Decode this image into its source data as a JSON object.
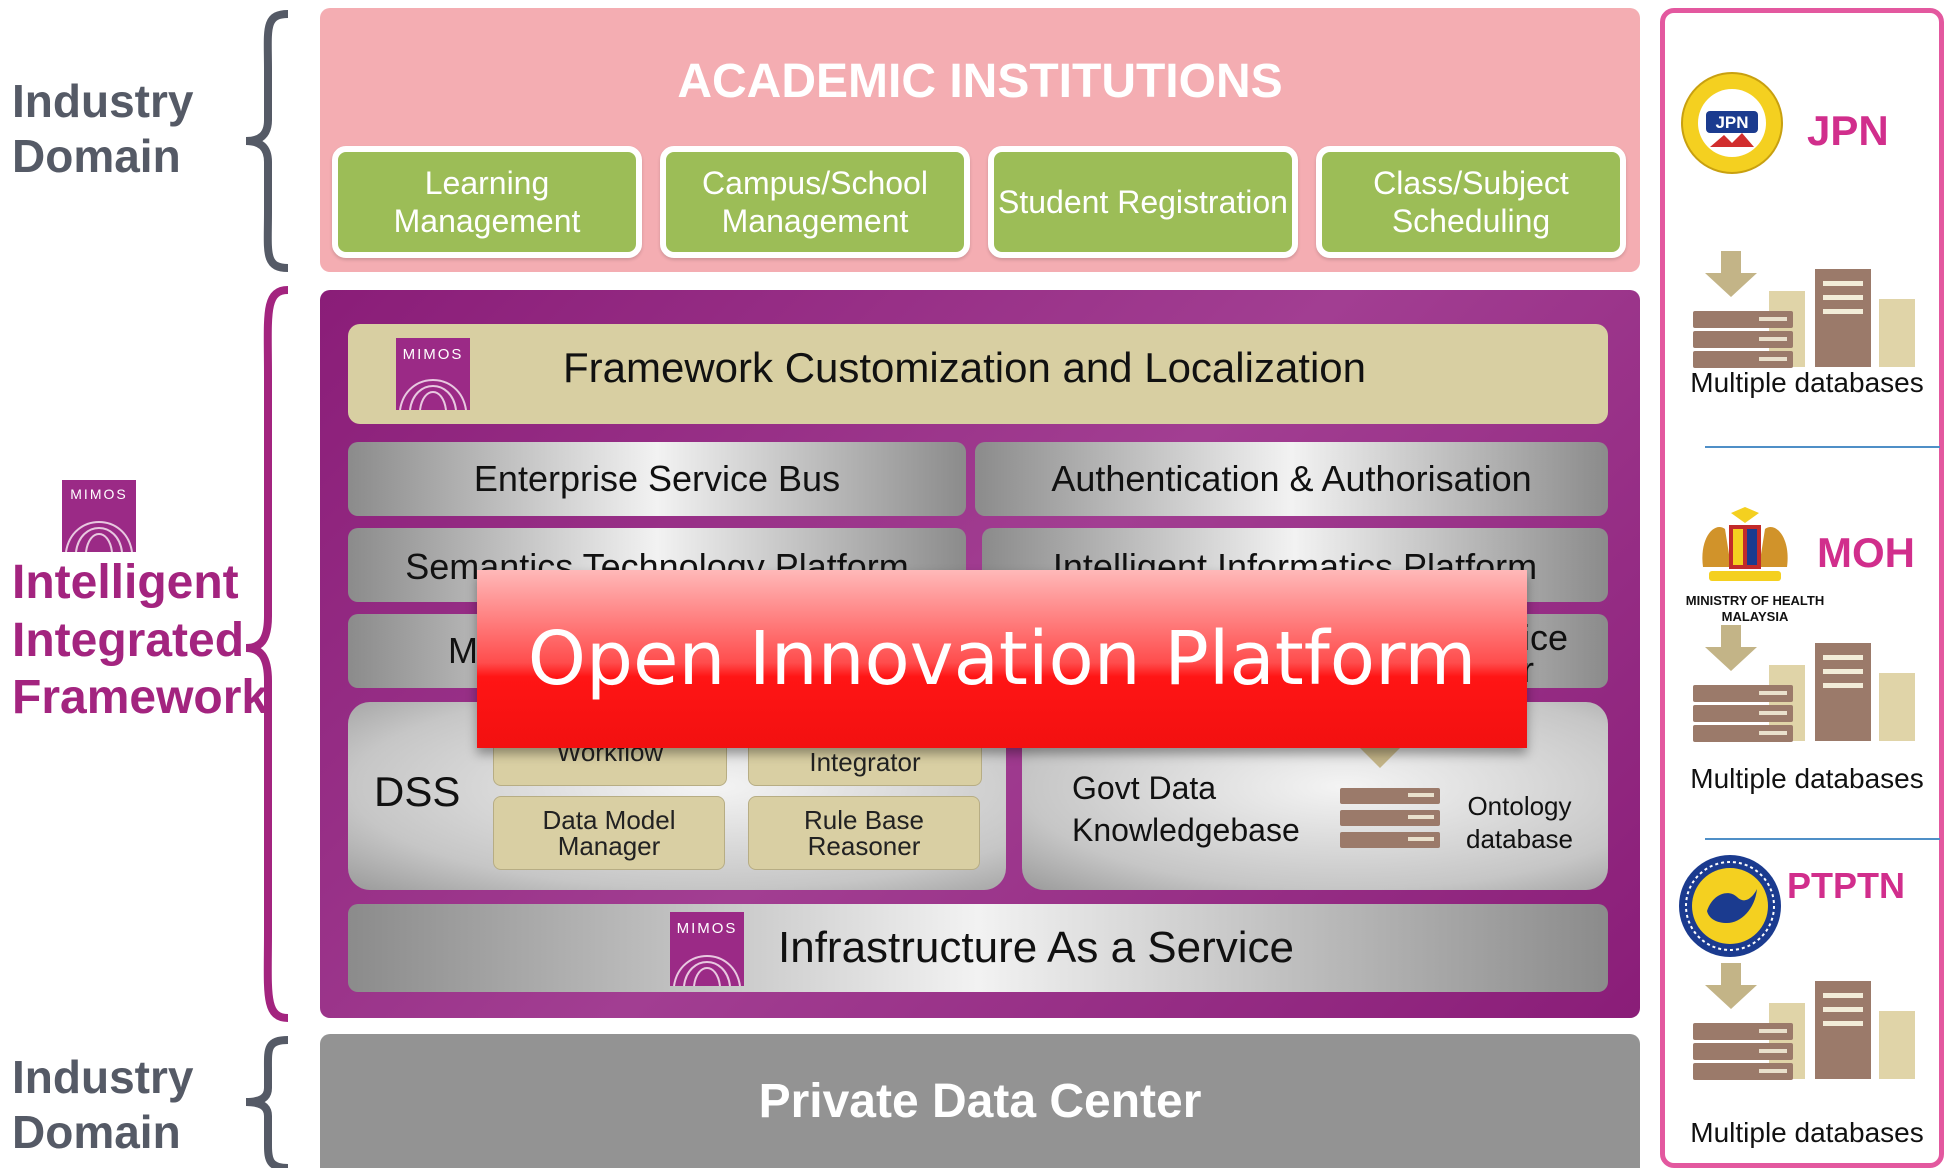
{
  "left_labels": {
    "industry_domain_top": [
      "Industry",
      "Domain"
    ],
    "intelligent_framework": [
      "Intelligent",
      "Integrated",
      "Framework"
    ],
    "industry_domain_bottom": [
      "Industry",
      "Domain"
    ],
    "mimos_logo_text": "MIMOS"
  },
  "academic": {
    "title": "ACADEMIC INSTITUTIONS",
    "modules": [
      "Learning Management",
      "Campus/School Management",
      "Student Registration",
      "Class/Subject Scheduling"
    ]
  },
  "framework": {
    "customization": "Framework Customization and Localization",
    "mimos_logo_text": "MIMOS",
    "esb": "Enterprise Service Bus",
    "auth": "Authentication & Authorisation",
    "semantics": "Semantics Technology Platform",
    "informatics": "Intelligent Informatics Platform",
    "row3_left": "M",
    "row3_right_top": "ice",
    "row3_right_bottom": "r",
    "dss": "DSS",
    "workflow": "Workflow",
    "integrator": "Integrator",
    "data_model_manager": "Data Model Manager",
    "rule_base_reasoner": "Rule Base Reasoner",
    "govt_data": "Govt Data",
    "knowledgebase": "Knowledgebase",
    "ontology": "Ontology",
    "ontology_db": "database",
    "iaas": "Infrastructure As a Service",
    "open_innovation": "Open Innovation Platform"
  },
  "bottom": {
    "private_data_center": "Private Data Center"
  },
  "right_panel": {
    "orgs": [
      {
        "name": "JPN",
        "logo_text": "JPN",
        "db_label": "Multiple databases"
      },
      {
        "name": "MOH",
        "caption_line1": "MINISTRY OF HEALTH",
        "caption_line2": "MALAYSIA",
        "db_label": "Multiple databases"
      },
      {
        "name": "PTPTN",
        "db_label": "Multiple databases"
      }
    ]
  },
  "colors": {
    "academic_bg": "#f4adb2",
    "module_green": "#9cbd57",
    "framework_purple": "#8a1d78",
    "tan": "#d8cfa2",
    "oip_red": "#ff1515",
    "org_pink": "#d12e8c",
    "pdc_grey": "#939393"
  }
}
